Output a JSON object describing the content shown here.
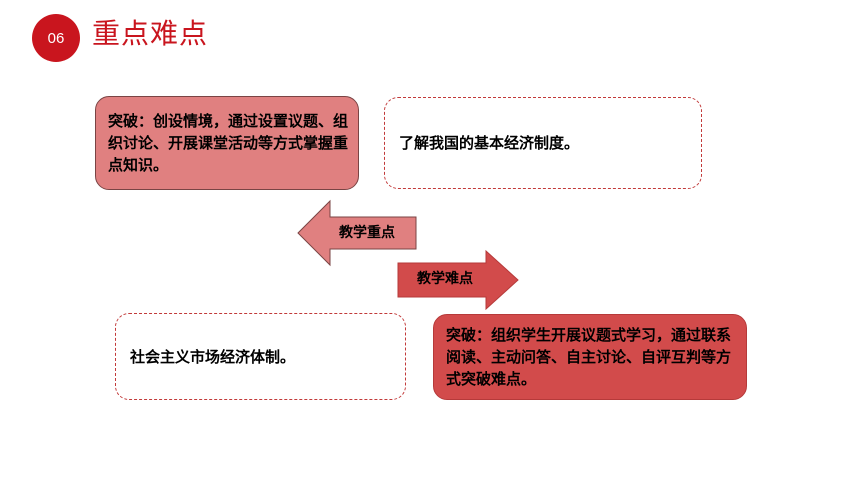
{
  "header": {
    "badge_number": "06",
    "title": "重点难点"
  },
  "diagram": {
    "breakthrough_key": "突破：创设情境，通过设置议题、组织讨论、开展课堂活动等方式掌握重点知识。",
    "key_point": "了解我国的基本经济制度。",
    "arrow_key_label": "教学重点",
    "arrow_difficult_label": "教学难点",
    "difficult_point": "社会主义市场经济体制。",
    "breakthrough_difficult": "突破：组织学生开展议题式学习，通过联系阅读、主动问答、自主讨论、自评互判等方式突破难点。"
  },
  "colors": {
    "accent_red": "#c9151e",
    "light_box": "#e08080",
    "dark_box": "#d24b4b",
    "arrow_left": "#e08080",
    "arrow_right": "#d24b4b"
  }
}
